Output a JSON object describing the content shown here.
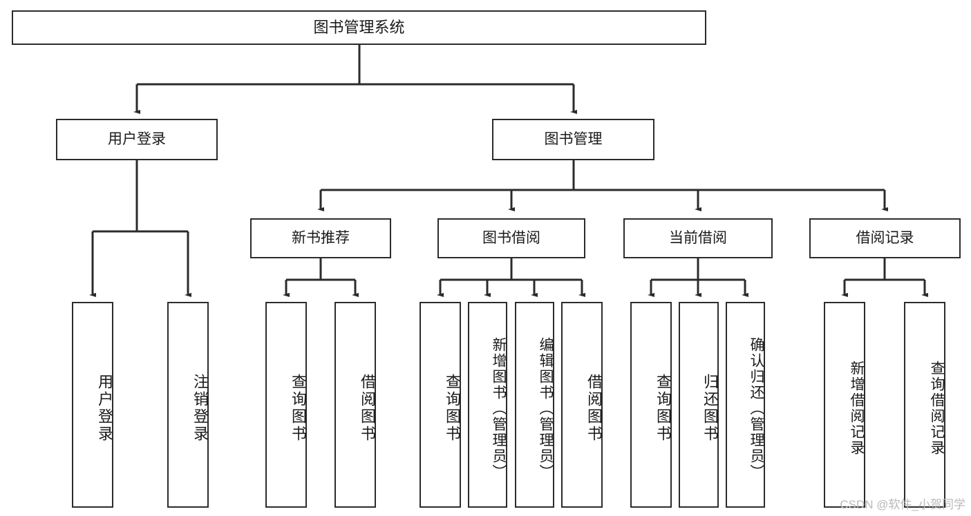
{
  "diagram": {
    "type": "tree",
    "title": "图书管理系统",
    "orientation": "top-down",
    "colors": {
      "stroke": "#2b2b2b",
      "fill": "#ffffff",
      "text": "#1a1a1a",
      "watermark": "#b9b9b9"
    },
    "root": {
      "label": "图书管理系统"
    },
    "level2": [
      {
        "label": "用户登录"
      },
      {
        "label": "图书管理"
      }
    ],
    "level3": [
      {
        "label": "新书推荐"
      },
      {
        "label": "图书借阅"
      },
      {
        "label": "当前借阅"
      },
      {
        "label": "借阅记录"
      }
    ],
    "leaves": {
      "user_login": [
        {
          "label": "用户登录"
        },
        {
          "label": "注销登录"
        }
      ],
      "new_book_recommend": [
        {
          "label": "查询图书"
        },
        {
          "label": "借阅图书"
        }
      ],
      "book_borrow": [
        {
          "label": "查询图书"
        },
        {
          "label": "新增图书（管理员）"
        },
        {
          "label": "编辑图书（管理员）"
        },
        {
          "label": "借阅图书"
        }
      ],
      "current_borrow": [
        {
          "label": "查询图书"
        },
        {
          "label": "归还图书"
        },
        {
          "label": "确认归还（管理员）"
        }
      ],
      "borrow_records": [
        {
          "label": "新增借阅记录"
        },
        {
          "label": "查询借阅记录"
        }
      ]
    }
  },
  "watermark": {
    "text": "CSDN @软件_小贺同学"
  }
}
